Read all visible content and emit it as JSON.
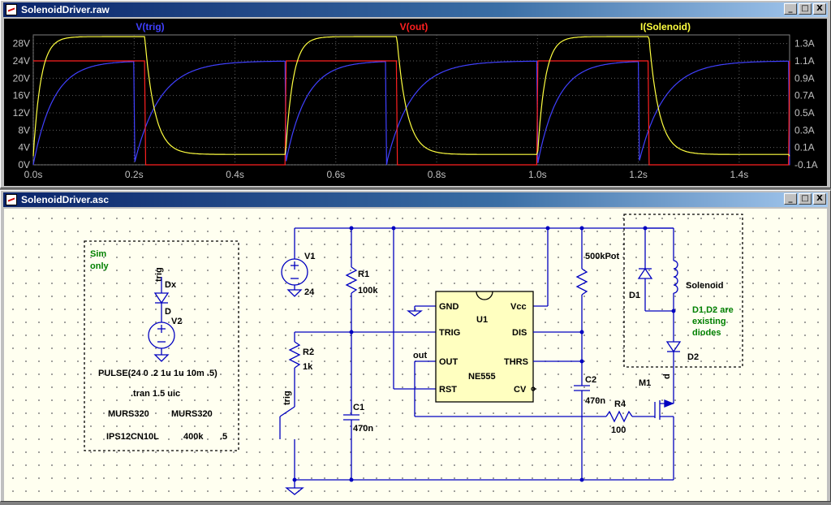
{
  "plot_window": {
    "title": "SolenoidDriver.raw",
    "buttons": {
      "minimize": "_",
      "maximize": "□",
      "close": "X"
    }
  },
  "schematic_window": {
    "title": "SolenoidDriver.asc",
    "buttons": {
      "minimize": "_",
      "maximize": "□",
      "close": "X"
    }
  },
  "chart_data": {
    "type": "line",
    "x": {
      "label": "",
      "range": [
        0.0,
        1.5
      ],
      "ticks": [
        "0.0s",
        "0.2s",
        "0.4s",
        "0.6s",
        "0.8s",
        "1.0s",
        "1.2s",
        "1.4s"
      ]
    },
    "y_left": {
      "range": [
        0,
        30
      ],
      "ticks": [
        "0V",
        "4V",
        "8V",
        "12V",
        "16V",
        "20V",
        "24V",
        "28V"
      ]
    },
    "y_right": {
      "range": [
        -0.1,
        1.4
      ],
      "ticks": [
        "-0.1A",
        "0.1A",
        "0.3A",
        "0.5A",
        "0.7A",
        "0.9A",
        "1.1A",
        "1.3A"
      ]
    },
    "grid": true,
    "series": [
      {
        "name": "V(trig)",
        "color": "#4040ff",
        "axis": "left"
      },
      {
        "name": "V(out)",
        "color": "#ff2020",
        "axis": "left"
      },
      {
        "name": "I(Solenoid)",
        "color": "#ffff40",
        "axis": "right"
      }
    ]
  },
  "schematic": {
    "sim_box": {
      "title_line1": "Sim",
      "title_line2": "only",
      "trig_label": "trig",
      "dx_label": "Dx",
      "d_label": "D",
      "v2_label": "V2",
      "directive1": "PULSE(24 0 .2 1u 1u 10m .5)",
      "directive2": ".tran 1.5 uic",
      "model1": "MURS320",
      "model2": "MURS320",
      "model3": "IPS12CN10L",
      "model4": "400k",
      "model5": ".5"
    },
    "v1": {
      "name": "V1",
      "value": "24"
    },
    "r1": {
      "name": "R1",
      "value": "100k"
    },
    "r2": {
      "name": "R2",
      "value": "1k"
    },
    "c1": {
      "name": "C1",
      "value": "470n"
    },
    "c2": {
      "name": "C2",
      "value": "470n"
    },
    "r4": {
      "name": "R4",
      "value": "100"
    },
    "pot": {
      "name": "500kPot"
    },
    "u1": {
      "name": "U1",
      "part": "NE555",
      "pins": {
        "gnd": "GND",
        "trig": "TRIG",
        "out": "OUT",
        "rst": "RST",
        "vcc": "Vcc",
        "dis": "DIS",
        "thrs": "THRS",
        "cv": "CV"
      }
    },
    "d1": {
      "name": "D1"
    },
    "d2": {
      "name": "D2"
    },
    "m1": {
      "name": "M1",
      "drain_label": "d"
    },
    "solenoid": {
      "name": "Solenoid"
    },
    "note": {
      "line1": "D1,D2 are",
      "line2": "existing",
      "line3": "diodes"
    },
    "trig_net": "trig",
    "out_net": "out"
  }
}
